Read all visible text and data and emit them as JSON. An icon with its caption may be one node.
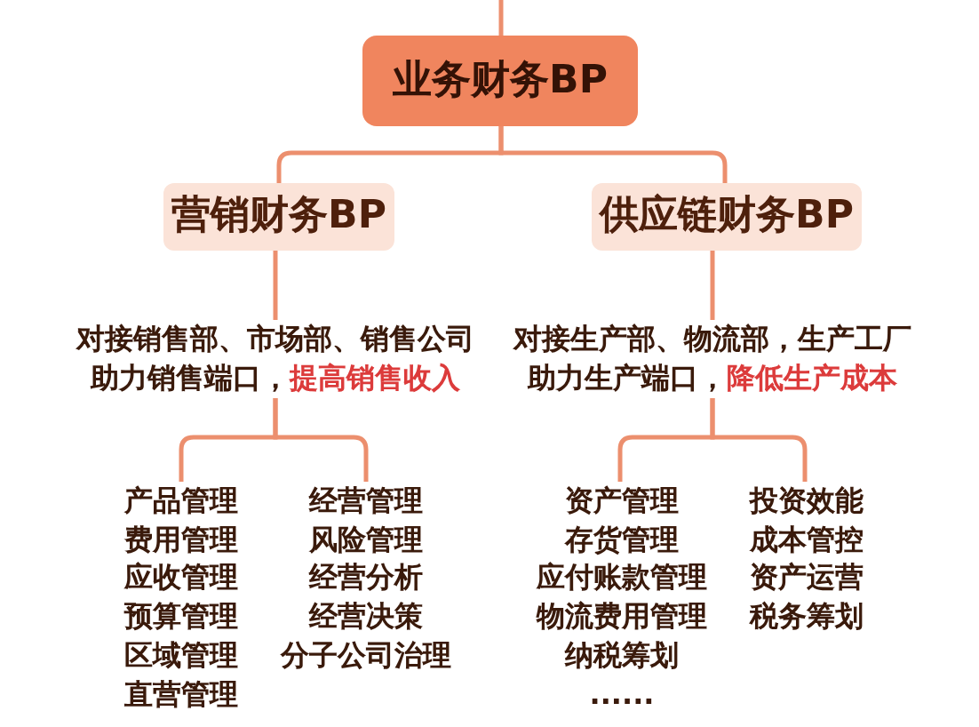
{
  "diagram": {
    "nodes": [
      {
        "text": [
          "业务财务BP"
        ]
      },
      {
        "text": [
          "营销财务BP"
        ]
      },
      {
        "text": [
          "供应链财务BP"
        ]
      },
      {
        "text": [
          "对接销售部、市场部、销售公司",
          "助力销售端口，**提高销售收入**"
        ]
      },
      {
        "text": [
          "对接生产部、物流部，生产工厂",
          "助力生产端口，**降低生产成本**"
        ]
      },
      {
        "text": [
          "产品管理",
          "费用管理",
          "应收管理",
          "预算管理",
          "区域管理",
          "直营管理"
        ]
      },
      {
        "text": [
          "经营管理",
          "风险管理",
          "经营分析",
          "经营决策",
          "分子公司治理"
        ]
      },
      {
        "text": [
          "资产管理",
          "存货管理",
          "应付账款管理",
          "物流费用管理",
          "纳税筹划",
          "......"
        ]
      },
      {
        "text": [
          "投资效能",
          "成本管控",
          "资产运营",
          "税务筹划"
        ]
      }
    ],
    "edges": [
      {
        "from": null,
        "to": 0,
        "arrow": "none"
      },
      {
        "from": 0,
        "to": 1,
        "arrow": "none"
      },
      {
        "from": 0,
        "to": 2,
        "arrow": "none"
      },
      {
        "from": 1,
        "to": 3,
        "arrow": "none"
      },
      {
        "from": 3,
        "to": 5,
        "arrow": "none"
      },
      {
        "from": 3,
        "to": 6,
        "arrow": "none"
      },
      {
        "from": 2,
        "to": 4,
        "arrow": "none"
      },
      {
        "from": 4,
        "to": 7,
        "arrow": "none"
      },
      {
        "from": 4,
        "to": 8,
        "arrow": "none"
      }
    ]
  }
}
